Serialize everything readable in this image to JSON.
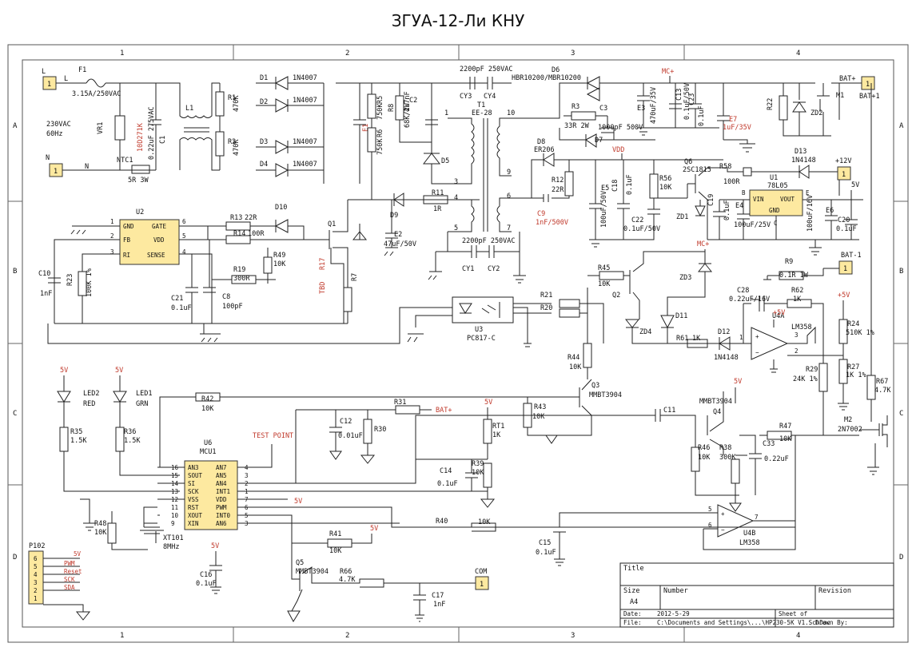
{
  "title": "ЗГУА-12-Ли КНУ",
  "ruler": {
    "cols": [
      "1",
      "2",
      "3",
      "4"
    ],
    "rows": [
      "A",
      "B",
      "C",
      "D"
    ]
  },
  "connectors": {
    "L": {
      "name": "L",
      "pin": "1"
    },
    "N": {
      "name": "N",
      "pin": "1"
    },
    "bat_pos": {
      "name": "BAT+",
      "pin": "1",
      "net": "BAT+1"
    },
    "v12": {
      "name": "+12V",
      "pin": "1"
    },
    "bat_neg": {
      "name": "BAT-1",
      "pin": "1"
    },
    "com": {
      "name": "COM",
      "pin": "1"
    }
  },
  "input": {
    "ac_label": "230VAC",
    "freq": "60Hz",
    "fuse": "F1",
    "fuse_val": "3.15A/250VAC",
    "line": "L",
    "neutral": "N"
  },
  "parts": {
    "VR1": "VR1",
    "VR1_val": "10D271K",
    "C1": "C1",
    "C1_val": "0.22uF 275VAC",
    "L1": "L1",
    "NTC1": "NTC1",
    "NTC1_val": "5R 3W",
    "R1": "R1",
    "R1_val": "470K",
    "R2": "R2",
    "R2_val": "470K",
    "D1": "D1",
    "D2": "D2",
    "D3": "D3",
    "D4": "D4",
    "dval": "1N4007",
    "E1": "E1",
    "R5": "R5",
    "R5_val": "750K",
    "R6": "R6",
    "R6_val": "750K",
    "R8": "R8",
    "R8_val": "68K/2W",
    "C2": "C2",
    "C2_val": "4.7nF",
    "D5": "D5",
    "CY3": "CY3",
    "CY4": "CY4",
    "CY_val": "2200pF 250VAC",
    "T1": "T1",
    "T1_val": "EE-28",
    "D6": "D6",
    "D6_val": "HBR10200/MBR10200",
    "R3": "R3",
    "R3_val": "33R 2W",
    "C3": "C3",
    "C3_val": "1000pF 500V",
    "E3": "E3",
    "E3_val": "470uF/35V",
    "C13": "C13",
    "C13_val": "0.1uF/50V",
    "C23": "C23",
    "C23_val": "0.1uF",
    "E7": "E7",
    "E7_val": "1uF/35V",
    "D7": "D7",
    "MC": "MC+",
    "VDD": "VDD",
    "R22": "R22",
    "ZD2": "ZD2",
    "M1": "M1",
    "U2": "U2",
    "R13": "R13",
    "R13_val": "22R",
    "R14": "R14",
    "R14_val": "100R",
    "D10": "D10",
    "Q1": "Q1",
    "R49": "R49",
    "R49_val": "10K",
    "R19": "R19",
    "R19_val": "300R",
    "C8": "C8",
    "C8_val": "100pF",
    "C21": "C21",
    "C21_val": "0.1uF",
    "C10": "C10",
    "C10_val": "1nF",
    "R23": "R23",
    "R23_val": "100K 1%",
    "R17": "R17",
    "R7": "R7",
    "TBD": "TBD",
    "D9": "D9",
    "R11": "R11",
    "R11_val": "1R",
    "E2": "E2",
    "E2_val": "47uF/50V",
    "CY1": "CY1",
    "CY2": "CY2",
    "D8": "D8",
    "D8_val": "ER206",
    "R12": "R12",
    "R12_val": "22R",
    "C9": "C9",
    "C9_val": "1nF/500V",
    "E5": "E5",
    "E5_val": "100uF/50V",
    "C18": "C18",
    "C18_val": "0.1uF",
    "R56": "R56",
    "R56_val": "10K",
    "C22": "C22",
    "C22_val": "0.1uF/50V",
    "Q6": "Q6",
    "Q6_val": "2SC1815",
    "ZD1": "ZD1",
    "R58": "R58",
    "R58_val": "100R",
    "D13": "D13",
    "D13_val": "1N4148",
    "U1": "U1",
    "U1_val": "78L05",
    "C19": "C19",
    "C19_val": "0.1uF",
    "E4": "E4",
    "E4_val": "100uF/25V",
    "E6": "E6",
    "E6_val": "100uF/16V",
    "C20": "C20",
    "C20_val": "0.1uF",
    "R9": "R9",
    "R9_val": "0.1R 1W",
    "ZD3": "ZD3",
    "U3": "U3",
    "U3_val": "PC817-C",
    "R21": "R21",
    "R20": "R20",
    "R45": "R45",
    "R45_val": "10K",
    "Q2": "Q2",
    "ZD4": "ZD4",
    "D11": "D11",
    "R61": "R61",
    "R61_val": "1K",
    "D12": "D12",
    "D12_val": "1N4148",
    "C28": "C28",
    "C28_val": "0.22uF/16V",
    "R62": "R62",
    "R62_val": "1K",
    "U4A": "U4A",
    "LM358": "LM358",
    "v5": "+5V",
    "v5b": "5V",
    "R24": "R24",
    "R24_val": "510K 1%",
    "R27": "R27",
    "R27_val": "1K 1%",
    "R29": "R29",
    "R29_val": "24K 1%",
    "R67": "R67",
    "R67_val": "4.7K",
    "M2": "M2",
    "M2_val": "2N7002",
    "LED2": "LED2",
    "LED2_val": "RED",
    "LED1": "LED1",
    "LED1_val": "GRN",
    "R35": "R35",
    "R35_val": "1.5K",
    "R36": "R36",
    "R36_val": "1.5K",
    "R42": "R42",
    "R42_val": "10K",
    "R44": "R44",
    "R44_val": "10K",
    "Q3": "Q3",
    "Q3_val": "MMBT3904",
    "R31": "R31",
    "BATp": "BAT+",
    "C12": "C12",
    "C12_val": "0.01uF",
    "R30": "R30",
    "R43": "R43",
    "R43_val": "10K",
    "RT1": "RT1",
    "RT1_val": "1K",
    "R39": "R39",
    "R39_val": "10K",
    "C14": "C14",
    "C14_val": "0.1uF",
    "C11": "C11",
    "Q4": "Q4",
    "Q4_val": "MMBT3904",
    "R46": "R46",
    "R46_val": "10K",
    "R38": "R38",
    "R38_val": "300K",
    "C33": "C33",
    "C33_val": "0.22uF",
    "R47": "R47",
    "R47_val": "10K",
    "U4B": "U4B",
    "R40": "R40",
    "R40_val": "10K",
    "C15": "C15",
    "C15_val": "0.1uF",
    "R48": "R48",
    "R48_val": "10K",
    "XT101": "XT101",
    "XT101_val": "8MHz",
    "C16": "C16",
    "C16_val": "0.1uF",
    "R41": "R41",
    "R41_val": "10K",
    "Q5": "Q5",
    "Q5_val": "MMBT3904",
    "R66": "R66",
    "R66_val": "4.7K",
    "C17": "C17",
    "C17_val": "1nF",
    "TEST": "TEST POINT",
    "U6": "U6",
    "MCU1": "MCU1",
    "P102": "P102"
  },
  "u2": {
    "pins": [
      "GND",
      "FB",
      "RI",
      "GATE",
      "VDD",
      "SENSE"
    ],
    "nums": [
      "1",
      "2",
      "3",
      "6",
      "5",
      "4"
    ]
  },
  "u1": {
    "vin": "VIN",
    "vout": "VOUT",
    "gnd": "GND",
    "b": "B",
    "c": "C",
    "e": "E"
  },
  "u6": {
    "left": [
      "AN3",
      "SOUT",
      "SI",
      "SCK",
      "VSS",
      "RST",
      "XOUT",
      "XIN"
    ],
    "left_nums": [
      "16",
      "15",
      "14",
      "13",
      "12",
      "11",
      "10",
      "9"
    ],
    "right": [
      "AN7",
      "AN5",
      "AN4",
      "INT1",
      "VDD",
      "PWM",
      "INT0",
      "AN6"
    ],
    "right_nums": [
      "4",
      "3",
      "2",
      "1",
      "7",
      "6",
      "5",
      "3"
    ]
  },
  "p102": {
    "nums": [
      "6",
      "5",
      "4",
      "3",
      "2",
      "1"
    ],
    "nets": [
      "5V",
      "PWM",
      "Reset",
      "SCK",
      "SDA",
      ""
    ]
  },
  "pins": {
    "t1": [
      "1",
      "10",
      "9",
      "3",
      "6",
      "4",
      "7",
      "5"
    ],
    "u4a": [
      "3",
      "2",
      "1"
    ],
    "u4b": [
      "5",
      "6",
      "7"
    ]
  },
  "titleblock": {
    "title": "Title",
    "size": "Size",
    "size_val": "A4",
    "number": "Number",
    "revision": "Revision",
    "date": "Date:",
    "date_val": "2012-5-29",
    "file": "File:",
    "file_val": "C:\\Documents and Settings\\...\\HP230-5K V1.SchDoc",
    "sheet": "Sheet of",
    "drawn": "Drawn By:"
  }
}
